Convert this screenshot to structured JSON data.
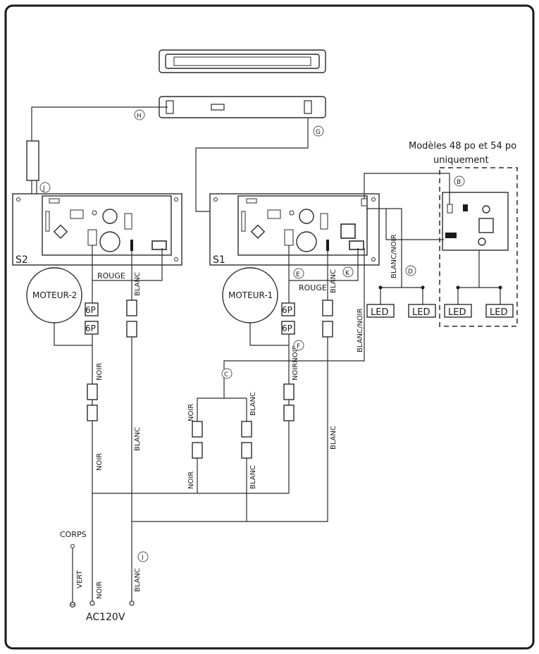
{
  "title_note": {
    "line1": "Modèles 48 po et 54 po",
    "line2": "uniquement"
  },
  "boards": {
    "left": "S2",
    "right": "S1"
  },
  "motors": {
    "left": "MOTEUR-2",
    "right": "MOTEUR-1"
  },
  "connectors": {
    "six_p": "6P",
    "led": "LED"
  },
  "callouts": {
    "B": "B",
    "C": "C",
    "D": "D",
    "E": "E",
    "G": "G",
    "H": "H",
    "I": "I",
    "J": "J",
    "K": "K",
    "F": "F"
  },
  "wires": {
    "rouge": "ROUGE",
    "blanc": "BLANC",
    "noir": "NOIR",
    "blanc_noir": "BLANC/NOIR",
    "noir_noir": "NOIRNOIR",
    "vert": "VERT"
  },
  "ground": {
    "label": "CORPS"
  },
  "supply": {
    "label": "AC120V"
  }
}
